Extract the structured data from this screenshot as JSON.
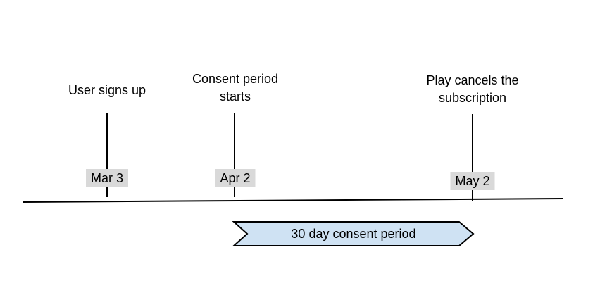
{
  "diagram": {
    "type": "timeline",
    "background_color": "#ffffff",
    "line_color": "#000000",
    "text_color": "#000000",
    "date_badge_bg": "#d9d9d9",
    "events": [
      {
        "title": "User signs up",
        "date": "Mar 3"
      },
      {
        "title": "Consent period starts",
        "date": "Apr 2"
      },
      {
        "title": "Play cancels the subscription",
        "date": "May 2"
      }
    ],
    "banner": {
      "label": "30 day consent period",
      "fill": "#cfe2f3",
      "border": "#000000",
      "spans": "Apr 2 to May 2"
    }
  }
}
